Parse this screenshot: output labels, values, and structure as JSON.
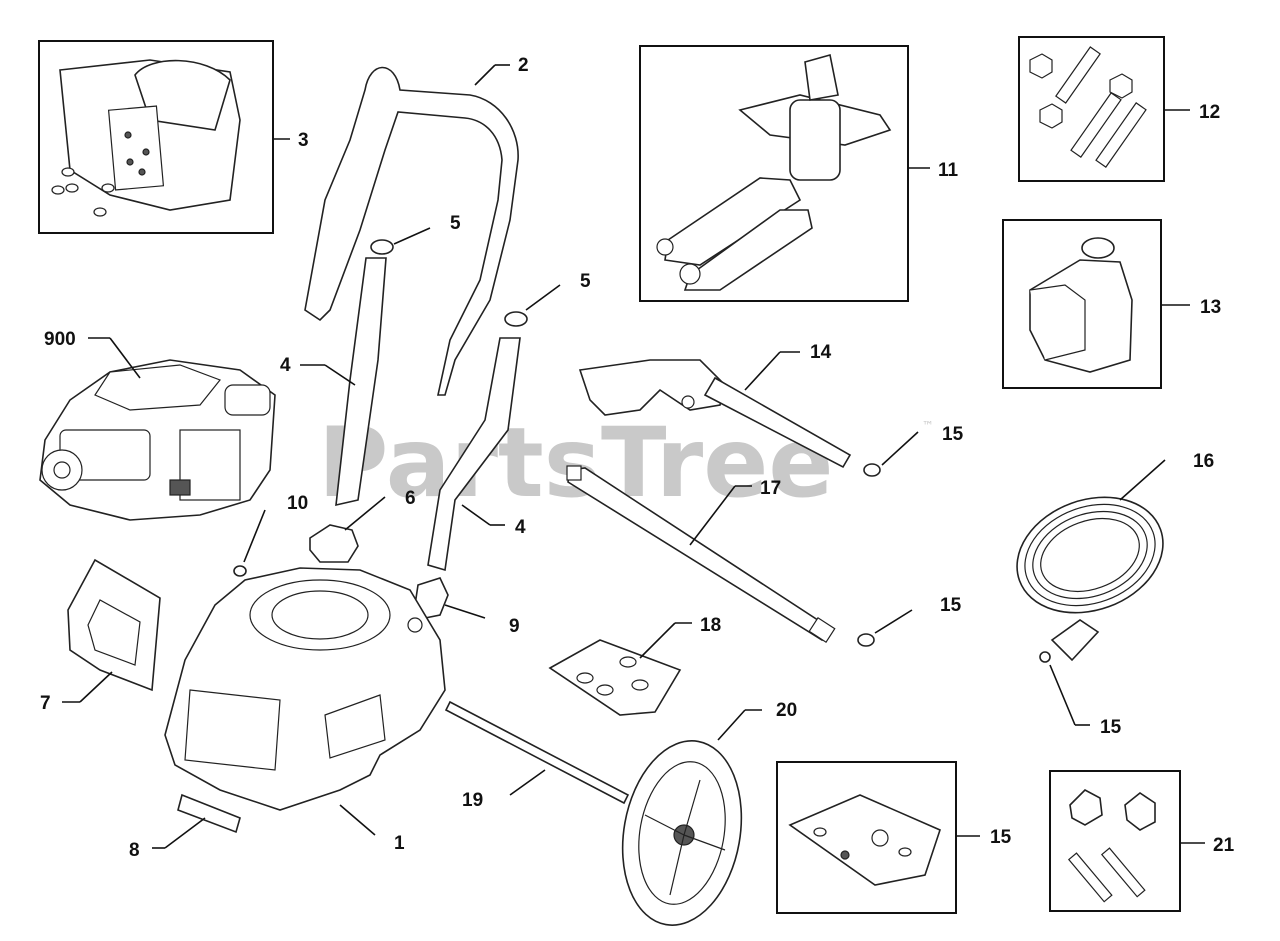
{
  "watermark": {
    "text": "PartsTree",
    "tm": "™"
  },
  "callouts": {
    "c1": "1",
    "c2": "2",
    "c3": "3",
    "c4a": "4",
    "c4b": "4",
    "c5a": "5",
    "c5b": "5",
    "c6": "6",
    "c7": "7",
    "c8": "8",
    "c9": "9",
    "c10": "10",
    "c11": "11",
    "c12": "12",
    "c13": "13",
    "c14": "14",
    "c15a": "15",
    "c15b": "15",
    "c15c": "15",
    "c15d": "15",
    "c16": "16",
    "c17": "17",
    "c18": "18",
    "c19": "19",
    "c20": "20",
    "c21": "21",
    "c900": "900"
  }
}
